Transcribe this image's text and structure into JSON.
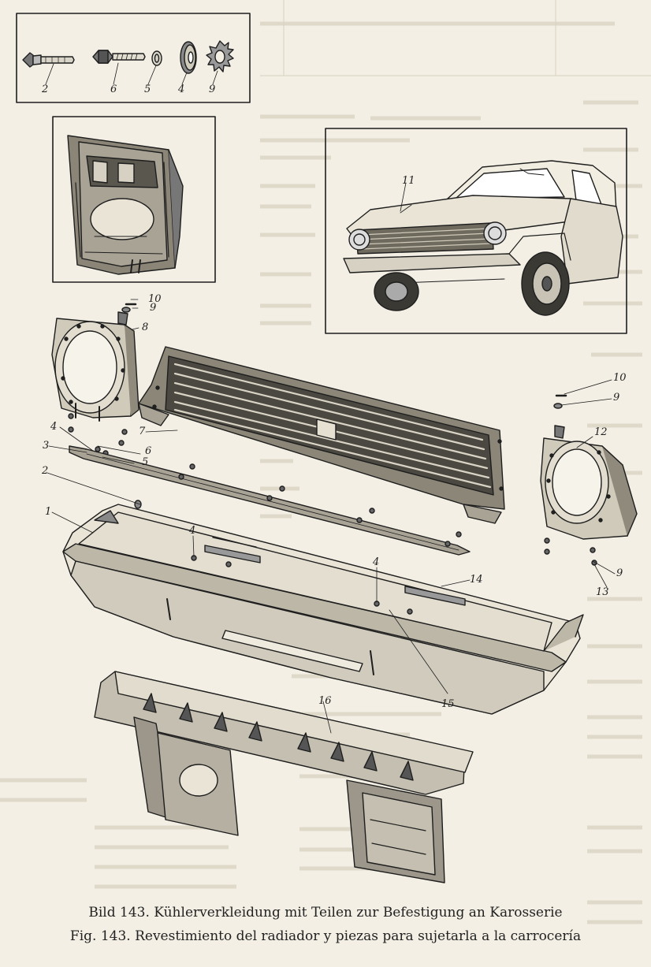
{
  "figure": {
    "callouts": [
      "1",
      "2",
      "3",
      "4",
      "5",
      "6",
      "7",
      "8",
      "9",
      "10",
      "11",
      "12",
      "13",
      "14",
      "15",
      "16"
    ],
    "inset_fastener_labels": [
      "2",
      "6",
      "5",
      "4",
      "9"
    ]
  },
  "caption": {
    "german": "Bild 143. Kühlerverkleidung mit Teilen zur Befestigung an Karosserie",
    "spanish": "Fig. 143. Revestimiento del radiador y piezas para sujetarla a la carrocería"
  }
}
